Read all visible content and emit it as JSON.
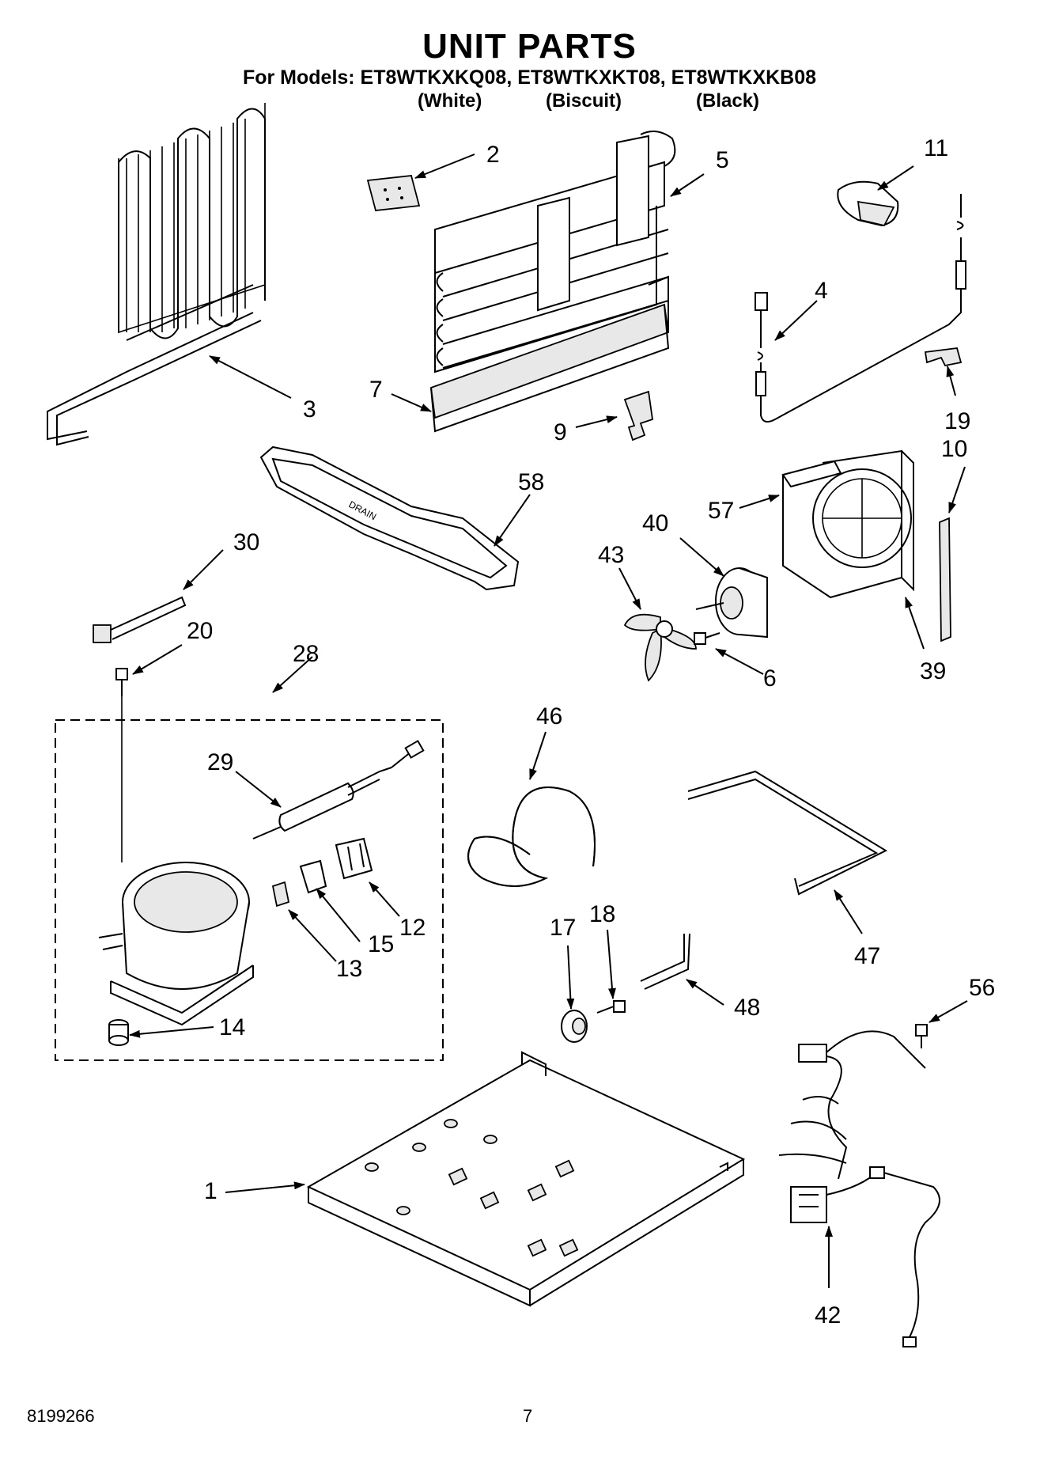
{
  "title": "UNIT PARTS",
  "models_line": "For Models: ET8WTKXKQ08, ET8WTKXKT08, ET8WTKXKB08",
  "variants": [
    "(White)",
    "(Biscuit)",
    "(Black)"
  ],
  "footer": {
    "doc_number": "8199266",
    "page_number": "7"
  },
  "callouts": {
    "c1": "1",
    "c2": "2",
    "c3": "3",
    "c4": "4",
    "c5": "5",
    "c6": "6",
    "c7": "7",
    "c9": "9",
    "c10": "10",
    "c11": "11",
    "c12": "12",
    "c13": "13",
    "c14": "14",
    "c15": "15",
    "c17": "17",
    "c18": "18",
    "c19": "19",
    "c20": "20",
    "c28": "28",
    "c29": "29",
    "c30": "30",
    "c39": "39",
    "c40": "40",
    "c42": "42",
    "c43": "43",
    "c46": "46",
    "c47": "47",
    "c48": "48",
    "c56": "56",
    "c57": "57",
    "c58": "58"
  }
}
